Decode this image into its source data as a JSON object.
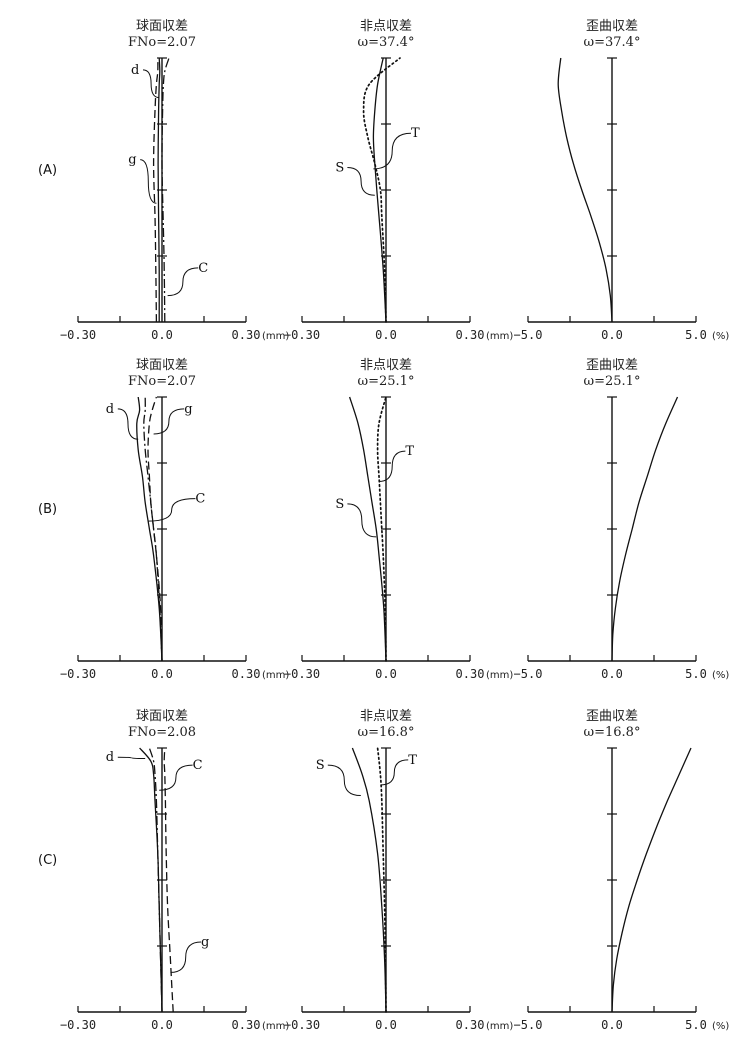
{
  "chart_data": [
    {
      "row_label": "(A)",
      "panels": [
        {
          "kind": "spherical",
          "type": "line",
          "title": "球面収差",
          "subtitle": "FNo=2.07",
          "xlim": [
            -0.3,
            0.3
          ],
          "ylim": [
            0,
            1
          ],
          "xticks": [
            "−0.30",
            "0.0",
            "0.30"
          ],
          "unit": "(mm)",
          "series": [
            {
              "name": "d",
              "style": "solid",
              "y": [
                0,
                0.2,
                0.4,
                0.6,
                0.8,
                0.9,
                0.95,
                1.0
              ],
              "x": [
                -0.01,
                -0.01,
                -0.012,
                -0.014,
                -0.012,
                -0.01,
                -0.008,
                -0.01
              ]
            },
            {
              "name": "g",
              "style": "dashed",
              "y": [
                0,
                0.2,
                0.4,
                0.6,
                0.8,
                0.9,
                0.95,
                1.0
              ],
              "x": [
                -0.02,
                -0.022,
                -0.025,
                -0.03,
                -0.025,
                -0.02,
                -0.015,
                -0.015
              ]
            },
            {
              "name": "C",
              "style": "dashdot",
              "y": [
                0,
                0.2,
                0.4,
                0.6,
                0.8,
                0.9,
                0.95,
                1.0
              ],
              "x": [
                0.01,
                0.008,
                0.004,
                0.0,
                0.002,
                0.005,
                0.01,
                0.025
              ]
            }
          ],
          "labels": [
            {
              "text": "d",
              "pos": [
                -0.1,
                0.94
              ],
              "target": [
                -0.01,
                0.85
              ]
            },
            {
              "text": "g",
              "pos": [
                -0.11,
                0.6
              ],
              "target": [
                -0.02,
                0.45
              ]
            },
            {
              "text": "C",
              "pos": [
                0.14,
                0.19
              ],
              "target": [
                0.02,
                0.1
              ]
            }
          ]
        },
        {
          "kind": "astigmatism",
          "type": "line",
          "title": "非点収差",
          "subtitle": "ω=37.4°",
          "xlim": [
            -0.3,
            0.3
          ],
          "ylim": [
            0,
            1
          ],
          "xticks": [
            "−0.30",
            "0.0",
            "0.30"
          ],
          "unit": "(mm)",
          "series": [
            {
              "name": "S",
              "style": "solid",
              "y": [
                0,
                0.2,
                0.4,
                0.5,
                0.6,
                0.7,
                0.8,
                0.9,
                1.0
              ],
              "x": [
                0,
                -0.01,
                -0.025,
                -0.033,
                -0.04,
                -0.045,
                -0.04,
                -0.03,
                -0.01
              ]
            },
            {
              "name": "T",
              "style": "dotted",
              "y": [
                0,
                0.2,
                0.4,
                0.5,
                0.6,
                0.7,
                0.8,
                0.9,
                1.0
              ],
              "x": [
                0,
                -0.005,
                -0.015,
                -0.02,
                -0.04,
                -0.065,
                -0.08,
                -0.06,
                0.05
              ]
            }
          ],
          "labels": [
            {
              "text": "S",
              "pos": [
                -0.17,
                0.57
              ],
              "target": [
                -0.04,
                0.48
              ]
            },
            {
              "text": "T",
              "pos": [
                0.1,
                0.7
              ],
              "target": [
                -0.045,
                0.58
              ]
            }
          ]
        },
        {
          "kind": "distortion",
          "type": "line",
          "title": "歪曲収差",
          "subtitle": "ω=37.4°",
          "xlim": [
            -5.0,
            5.0
          ],
          "ylim": [
            0,
            1
          ],
          "xticks": [
            "−5.0",
            "0.0",
            "5.0"
          ],
          "unit": "(%)",
          "series": [
            {
              "name": "",
              "style": "solid",
              "y": [
                0,
                0.1,
                0.2,
                0.3,
                0.4,
                0.5,
                0.6,
                0.7,
                0.8,
                0.9,
                1.0
              ],
              "x": [
                0,
                -0.1,
                -0.35,
                -0.75,
                -1.25,
                -1.8,
                -2.3,
                -2.7,
                -3.0,
                -3.2,
                -3.05
              ]
            }
          ],
          "labels": []
        }
      ]
    },
    {
      "row_label": "(B)",
      "panels": [
        {
          "kind": "spherical",
          "type": "line",
          "title": "球面収差",
          "subtitle": "FNo=2.07",
          "xlim": [
            -0.3,
            0.3
          ],
          "ylim": [
            0,
            1
          ],
          "xticks": [
            "−0.30",
            "0.0",
            "0.30"
          ],
          "unit": "(mm)",
          "series": [
            {
              "name": "d",
              "style": "solid",
              "y": [
                0,
                0.2,
                0.4,
                0.5,
                0.6,
                0.7,
                0.8,
                0.9,
                0.95,
                1.0
              ],
              "x": [
                0,
                -0.01,
                -0.03,
                -0.045,
                -0.06,
                -0.07,
                -0.085,
                -0.09,
                -0.08,
                -0.085
              ]
            },
            {
              "name": "g",
              "style": "dashed",
              "y": [
                0,
                0.2,
                0.4,
                0.5,
                0.6,
                0.7,
                0.8,
                0.9,
                0.95,
                1.0
              ],
              "x": [
                0,
                -0.005,
                -0.02,
                -0.03,
                -0.04,
                -0.045,
                -0.05,
                -0.045,
                -0.035,
                -0.02
              ]
            },
            {
              "name": "C",
              "style": "dashdot",
              "y": [
                0,
                0.2,
                0.4,
                0.5,
                0.6,
                0.7,
                0.8,
                0.9,
                0.95,
                1.0
              ],
              "x": [
                0,
                -0.008,
                -0.02,
                -0.03,
                -0.04,
                -0.05,
                -0.06,
                -0.065,
                -0.06,
                -0.06
              ]
            }
          ],
          "labels": [
            {
              "text": "d",
              "pos": [
                -0.19,
                0.94
              ],
              "target": [
                -0.085,
                0.84
              ]
            },
            {
              "text": "g",
              "pos": [
                0.09,
                0.94
              ],
              "target": [
                -0.03,
                0.86
              ]
            },
            {
              "text": "C",
              "pos": [
                0.13,
                0.6
              ],
              "target": [
                -0.05,
                0.53
              ]
            }
          ]
        },
        {
          "kind": "astigmatism",
          "type": "line",
          "title": "非点収差",
          "subtitle": "ω=25.1°",
          "xlim": [
            -0.3,
            0.3
          ],
          "ylim": [
            0,
            1
          ],
          "xticks": [
            "−0.30",
            "0.0",
            "0.30"
          ],
          "unit": "(mm)",
          "series": [
            {
              "name": "S",
              "style": "solid",
              "y": [
                0,
                0.2,
                0.4,
                0.5,
                0.6,
                0.7,
                0.8,
                0.9,
                1.0
              ],
              "x": [
                0,
                -0.008,
                -0.025,
                -0.035,
                -0.05,
                -0.065,
                -0.08,
                -0.1,
                -0.13
              ]
            },
            {
              "name": "T",
              "style": "dotted",
              "y": [
                0,
                0.2,
                0.4,
                0.5,
                0.6,
                0.7,
                0.8,
                0.9,
                1.0
              ],
              "x": [
                0,
                -0.003,
                -0.01,
                -0.015,
                -0.02,
                -0.025,
                -0.03,
                -0.025,
                0.0
              ]
            }
          ],
          "labels": [
            {
              "text": "S",
              "pos": [
                -0.17,
                0.58
              ],
              "target": [
                -0.035,
                0.47
              ]
            },
            {
              "text": "T",
              "pos": [
                0.08,
                0.78
              ],
              "target": [
                -0.025,
                0.68
              ]
            }
          ]
        },
        {
          "kind": "distortion",
          "type": "line",
          "title": "歪曲収差",
          "subtitle": "ω=25.1°",
          "xlim": [
            -5.0,
            5.0
          ],
          "ylim": [
            0,
            1
          ],
          "xticks": [
            "−5.0",
            "0.0",
            "5.0"
          ],
          "unit": "(%)",
          "series": [
            {
              "name": "",
              "style": "solid",
              "y": [
                0,
                0.1,
                0.2,
                0.3,
                0.4,
                0.5,
                0.6,
                0.7,
                0.8,
                0.9,
                1.0
              ],
              "x": [
                0,
                0.05,
                0.2,
                0.45,
                0.8,
                1.2,
                1.6,
                2.1,
                2.6,
                3.2,
                3.9
              ]
            }
          ],
          "labels": []
        }
      ]
    },
    {
      "row_label": "(C)",
      "panels": [
        {
          "kind": "spherical",
          "type": "line",
          "title": "球面収差",
          "subtitle": "FNo=2.08",
          "xlim": [
            -0.3,
            0.3
          ],
          "ylim": [
            0,
            1
          ],
          "xticks": [
            "−0.30",
            "0.0",
            "0.30"
          ],
          "unit": "(mm)",
          "series": [
            {
              "name": "d",
              "style": "solid",
              "y": [
                0,
                0.2,
                0.4,
                0.6,
                0.8,
                0.9,
                0.95,
                1.0
              ],
              "x": [
                0,
                -0.005,
                -0.01,
                -0.015,
                -0.025,
                -0.03,
                -0.04,
                -0.08
              ]
            },
            {
              "name": "g",
              "style": "dashed",
              "y": [
                0,
                0.2,
                0.4,
                0.6,
                0.8,
                0.9,
                0.95,
                1.0
              ],
              "x": [
                0.04,
                0.03,
                0.02,
                0.015,
                0.012,
                0.01,
                0.008,
                0.01
              ]
            },
            {
              "name": "C",
              "style": "dashdot",
              "y": [
                0,
                0.2,
                0.4,
                0.6,
                0.8,
                0.9,
                0.95,
                1.0
              ],
              "x": [
                0,
                -0.005,
                -0.01,
                -0.015,
                -0.02,
                -0.025,
                -0.03,
                -0.045
              ]
            }
          ],
          "labels": [
            {
              "text": "d",
              "pos": [
                -0.19,
                0.95
              ],
              "target": [
                -0.06,
                0.96
              ]
            },
            {
              "text": "C",
              "pos": [
                0.12,
                0.92
              ],
              "target": [
                -0.01,
                0.84
              ]
            },
            {
              "text": "g",
              "pos": [
                0.15,
                0.25
              ],
              "target": [
                0.03,
                0.15
              ]
            }
          ]
        },
        {
          "kind": "astigmatism",
          "type": "line",
          "title": "非点収差",
          "subtitle": "ω=16.8°",
          "xlim": [
            -0.3,
            0.3
          ],
          "ylim": [
            0,
            1
          ],
          "xticks": [
            "−0.30",
            "0.0",
            "0.30"
          ],
          "unit": "(mm)",
          "series": [
            {
              "name": "S",
              "style": "solid",
              "y": [
                0,
                0.2,
                0.4,
                0.6,
                0.8,
                0.9,
                1.0
              ],
              "x": [
                0,
                -0.005,
                -0.015,
                -0.03,
                -0.06,
                -0.085,
                -0.12
              ]
            },
            {
              "name": "T",
              "style": "dotted",
              "y": [
                0,
                0.2,
                0.4,
                0.6,
                0.8,
                0.9,
                1.0
              ],
              "x": [
                0,
                -0.002,
                -0.005,
                -0.01,
                -0.015,
                -0.02,
                -0.03
              ]
            }
          ],
          "labels": [
            {
              "text": "S",
              "pos": [
                -0.24,
                0.92
              ],
              "target": [
                -0.09,
                0.82
              ]
            },
            {
              "text": "T",
              "pos": [
                0.09,
                0.94
              ],
              "target": [
                -0.02,
                0.86
              ]
            }
          ]
        },
        {
          "kind": "distortion",
          "type": "line",
          "title": "歪曲収差",
          "subtitle": "ω=16.8°",
          "xlim": [
            -5.0,
            5.0
          ],
          "ylim": [
            0,
            1
          ],
          "xticks": [
            "−5.0",
            "0.0",
            "5.0"
          ],
          "unit": "(%)",
          "series": [
            {
              "name": "",
              "style": "solid",
              "y": [
                0,
                0.1,
                0.2,
                0.3,
                0.4,
                0.5,
                0.6,
                0.7,
                0.8,
                0.9,
                1.0
              ],
              "x": [
                0,
                0.08,
                0.28,
                0.6,
                1.0,
                1.5,
                2.05,
                2.65,
                3.3,
                4.0,
                4.7
              ]
            }
          ],
          "labels": []
        }
      ]
    }
  ]
}
